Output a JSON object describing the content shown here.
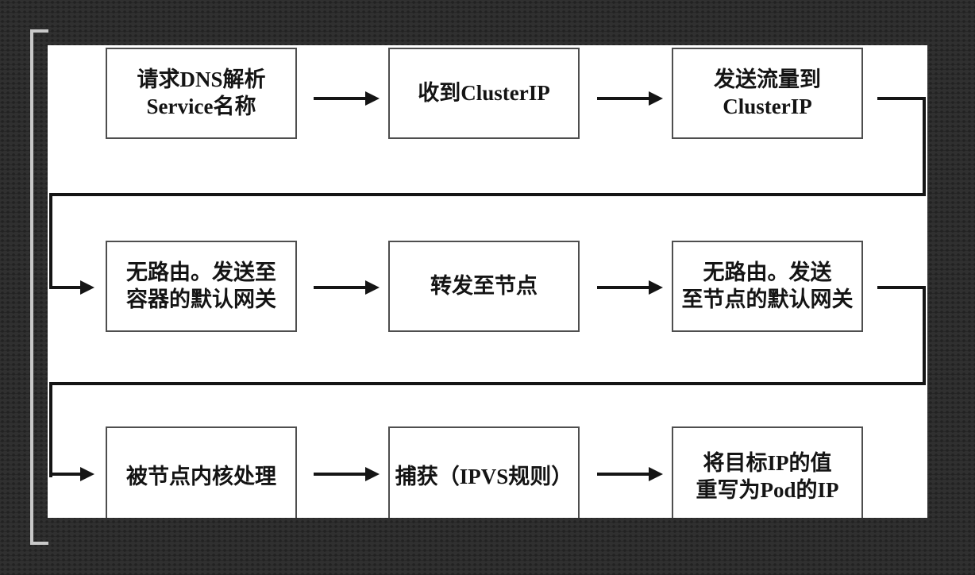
{
  "slide": {
    "description": "flowchart-kubernetes-service-traffic",
    "colors": {
      "background": "#303030",
      "canvas": "#ffffff",
      "line": "#151515",
      "box_border": "#4e4e4e",
      "bracket": "#c9c9c9"
    },
    "nodes": [
      {
        "id": "request-dns",
        "label": "请求DNS解析\nService名称"
      },
      {
        "id": "receive-clusterip",
        "label": "收到ClusterIP"
      },
      {
        "id": "send-traffic",
        "label": "发送流量到\nClusterIP"
      },
      {
        "id": "no-route-container",
        "label": "无路由。发送至\n容器的默认网关"
      },
      {
        "id": "forward-to-node",
        "label": "转发至节点"
      },
      {
        "id": "no-route-node",
        "label": "无路由。发送\n至节点的默认网关"
      },
      {
        "id": "kernel-processing",
        "label": "被节点内核处理"
      },
      {
        "id": "capture-ipvs",
        "label": "捕获（IPVS规则）"
      },
      {
        "id": "rewrite-pod-ip",
        "label": "将目标IP的值\n重写为Pod的IP"
      }
    ],
    "edges": [
      [
        "request-dns",
        "receive-clusterip"
      ],
      [
        "receive-clusterip",
        "send-traffic"
      ],
      [
        "send-traffic",
        "no-route-container"
      ],
      [
        "no-route-container",
        "forward-to-node"
      ],
      [
        "forward-to-node",
        "no-route-node"
      ],
      [
        "no-route-node",
        "kernel-processing"
      ],
      [
        "kernel-processing",
        "capture-ipvs"
      ],
      [
        "capture-ipvs",
        "rewrite-pod-ip"
      ]
    ]
  }
}
